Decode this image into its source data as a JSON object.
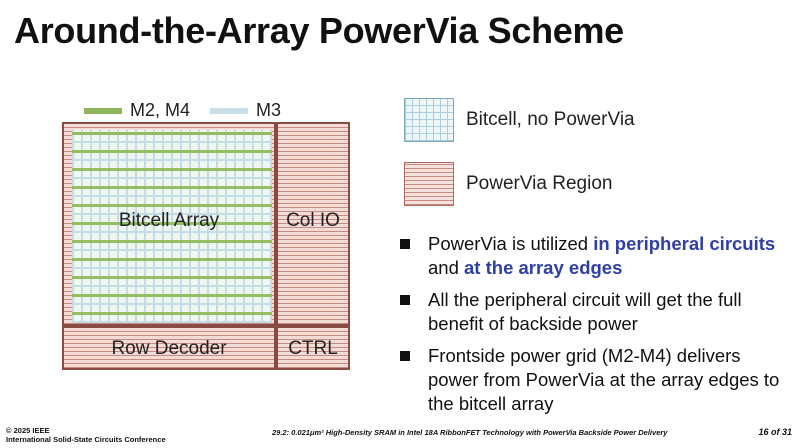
{
  "slide": {
    "title": "Around-the-Array PowerVia Scheme"
  },
  "legend": {
    "m2_m4": "M2, M4",
    "m3": "M3",
    "colors": {
      "m2_m4": "#8fb65a",
      "m3": "#c9dfe8"
    }
  },
  "diagram": {
    "bitcell_array": "Bitcell Array",
    "col_io": "Col IO",
    "row_decoder": "Row Decoder",
    "ctrl": "CTRL"
  },
  "key": {
    "bitcell": "Bitcell, no PowerVia",
    "powervia": "PowerVia Region"
  },
  "bullets": {
    "b1": {
      "t1": "PowerVia is utilized ",
      "h1": "in peripheral circuits",
      "t2": " and ",
      "h2": "at the array edges"
    },
    "b2": "All the peripheral circuit will get the full benefit of backside power",
    "b3": "Frontside power grid (M2-M4) delivers power from PowerVia at the array edges to the bitcell array"
  },
  "footer": {
    "copyright": "© 2025 IEEE",
    "conference": "International Solid-State Circuits Conference",
    "paper": "29.2: 0.021μm² High-Density SRAM in Intel 18A RibbonFET Technology with PowerVia Backside Power Delivery",
    "page": "16 of 31"
  },
  "colors": {
    "highlight": "#2f3fa8",
    "powervia_hatch": "#c98a82"
  }
}
